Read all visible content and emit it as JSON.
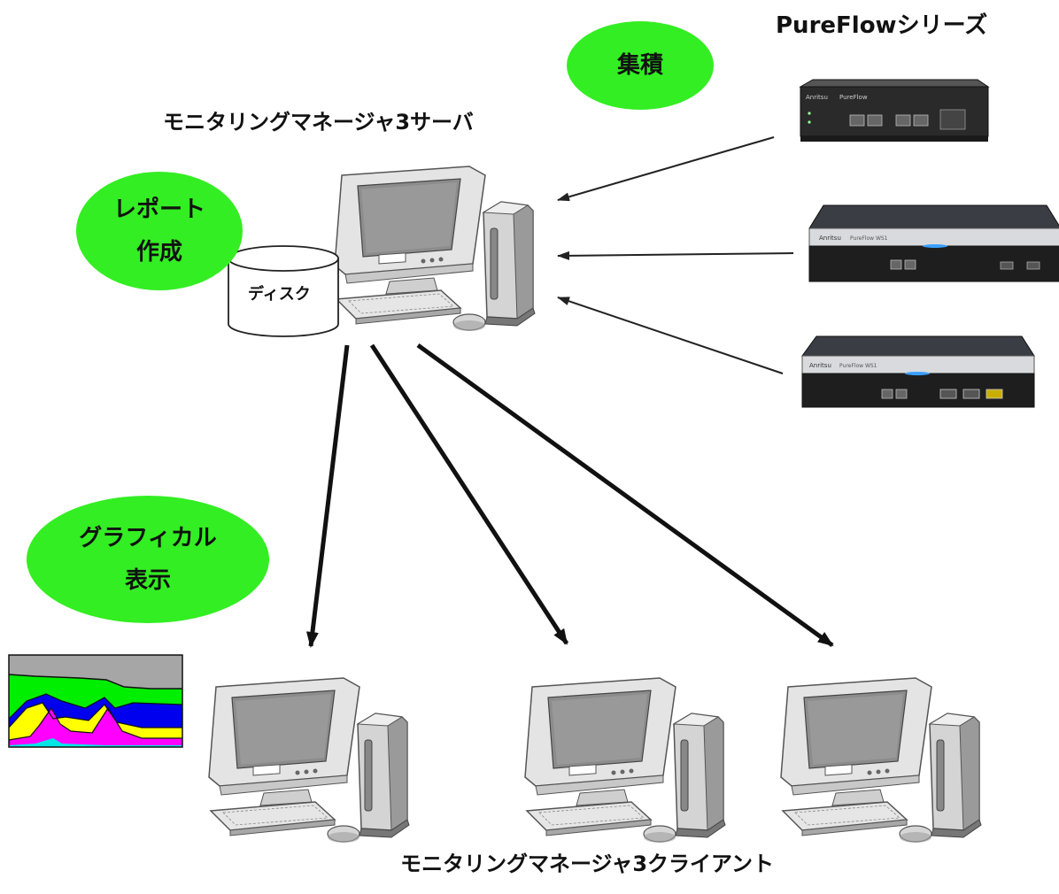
{
  "labels": {
    "server_title": "モニタリングマネージャ3サーバ",
    "client_title": "モニタリングマネージャ3クライアント",
    "device_series": "PureFlowシリーズ",
    "disk": "ディスク"
  },
  "bubbles": {
    "aggregate": [
      "集積"
    ],
    "report": [
      "レポート",
      "作成"
    ],
    "graphical": [
      "グラフィカル",
      "表示"
    ]
  },
  "devices": [
    {
      "brand": "Anritsu",
      "model": "PureFlow"
    },
    {
      "brand": "Anritsu",
      "model": "PureFlow WS1"
    },
    {
      "brand": "Anritsu",
      "model": "PureFlow WS1"
    }
  ],
  "colors": {
    "bubble": "#33ee22",
    "chart_gray": "#a6a6a6",
    "chart_green": "#00ee00",
    "chart_blue": "#0000ee",
    "chart_yellow": "#ffff00",
    "chart_magenta": "#ff00ff",
    "chart_cyan": "#00e5e5"
  }
}
